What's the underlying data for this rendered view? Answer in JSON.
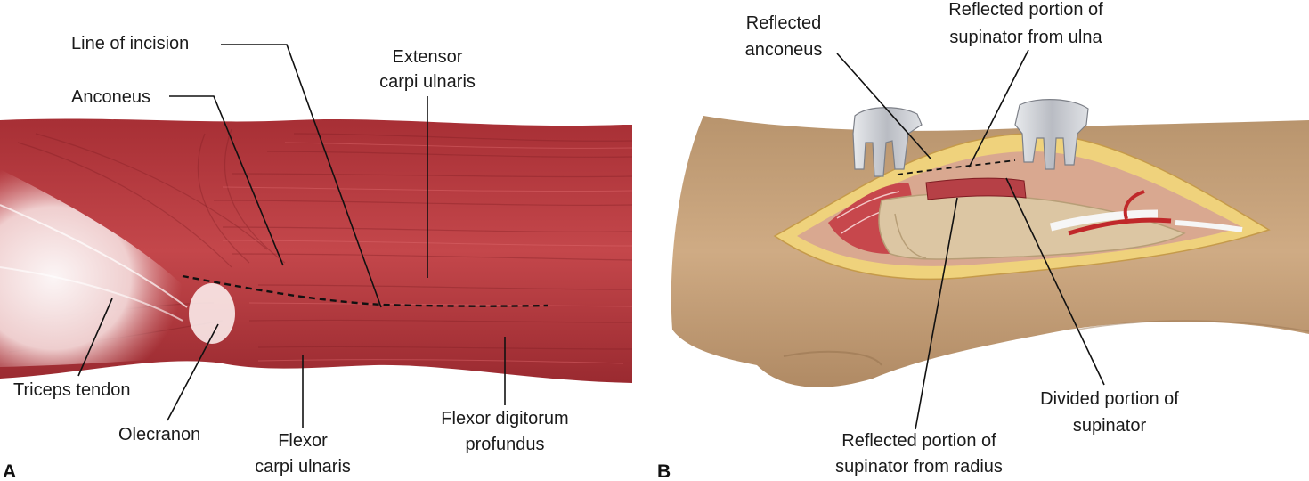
{
  "panels": {
    "a": {
      "letter": "A",
      "labels": {
        "line_of_incision": "Line of incision",
        "anconeus": "Anconeus",
        "extensor_1": "Extensor",
        "extensor_2": "carpi ulnaris",
        "triceps_tendon": "Triceps tendon",
        "olecranon": "Olecranon",
        "fcu_1": "Flexor",
        "fcu_2": "carpi ulnaris",
        "fdp_1": "Flexor digitorum",
        "fdp_2": "profundus"
      }
    },
    "b": {
      "letter": "B",
      "labels": {
        "refl_anconeus_1": "Reflected",
        "refl_anconeus_2": "anconeus",
        "refl_sup_ulna_1": "Reflected portion of",
        "refl_sup_ulna_2": "supinator from ulna",
        "divided_sup_1": "Divided portion of",
        "divided_sup_2": "supinator",
        "refl_sup_radius_1": "Reflected portion of",
        "refl_sup_radius_2": "supinator from radius"
      }
    }
  },
  "colors": {
    "muscle": "#b93a3f",
    "muscle_dark": "#8e2127",
    "tendon": "#f3dcdc",
    "skin": "#c7a27c",
    "skin_dark": "#a8825e",
    "fat": "#eed27a",
    "bone": "#dcc6a3",
    "retractor": "#c9ccd2",
    "artery": "#c0282a"
  }
}
